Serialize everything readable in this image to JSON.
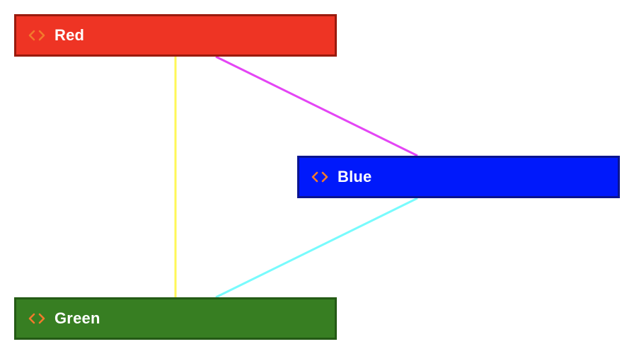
{
  "nodes": [
    {
      "id": "red",
      "label": "Red",
      "fill": "#ee3424",
      "border": "#9a1a0d",
      "icon": "code-brackets-icon"
    },
    {
      "id": "blue",
      "label": "Blue",
      "fill": "#0019fb",
      "border": "#0a1490",
      "icon": "code-brackets-icon"
    },
    {
      "id": "green",
      "label": "Green",
      "fill": "#377e22",
      "border": "#245a15",
      "icon": "code-brackets-icon"
    }
  ],
  "edges": [
    {
      "from": "red",
      "to": "green",
      "color": "#fff757"
    },
    {
      "from": "red",
      "to": "blue",
      "color": "#e445f5"
    },
    {
      "from": "blue",
      "to": "green",
      "color": "#78fbfd"
    }
  ],
  "icon_color": "#f27a2c"
}
